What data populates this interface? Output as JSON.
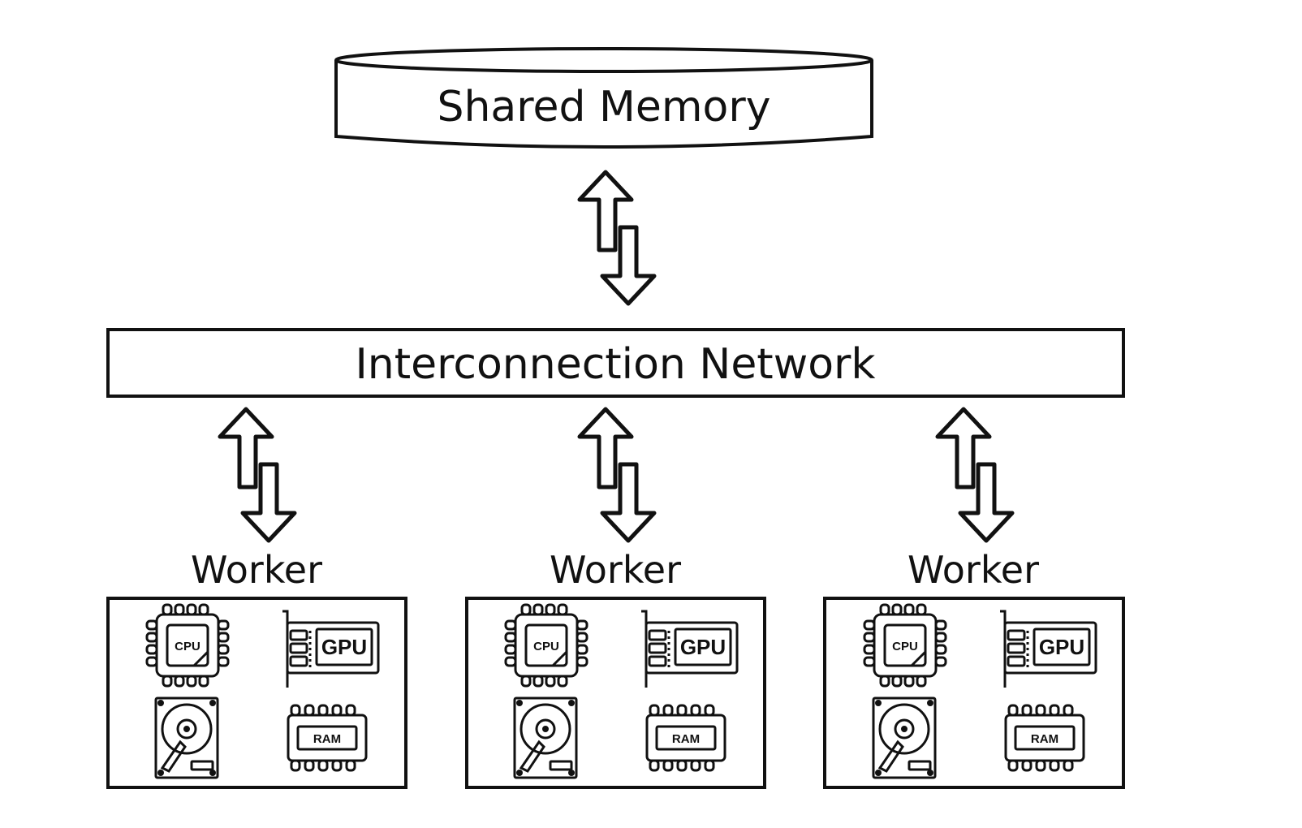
{
  "shared_memory": {
    "label": "Shared Memory"
  },
  "network": {
    "label": "Interconnection Network"
  },
  "workers": [
    {
      "label": "Worker",
      "components": {
        "cpu": "CPU",
        "gpu": "GPU",
        "ram": "RAM",
        "disk": "hard-drive-icon"
      }
    },
    {
      "label": "Worker",
      "components": {
        "cpu": "CPU",
        "gpu": "GPU",
        "ram": "RAM",
        "disk": "hard-drive-icon"
      }
    },
    {
      "label": "Worker",
      "components": {
        "cpu": "CPU",
        "gpu": "GPU",
        "ram": "RAM",
        "disk": "hard-drive-icon"
      }
    }
  ],
  "colors": {
    "stroke": "#111111",
    "background": "#ffffff"
  }
}
